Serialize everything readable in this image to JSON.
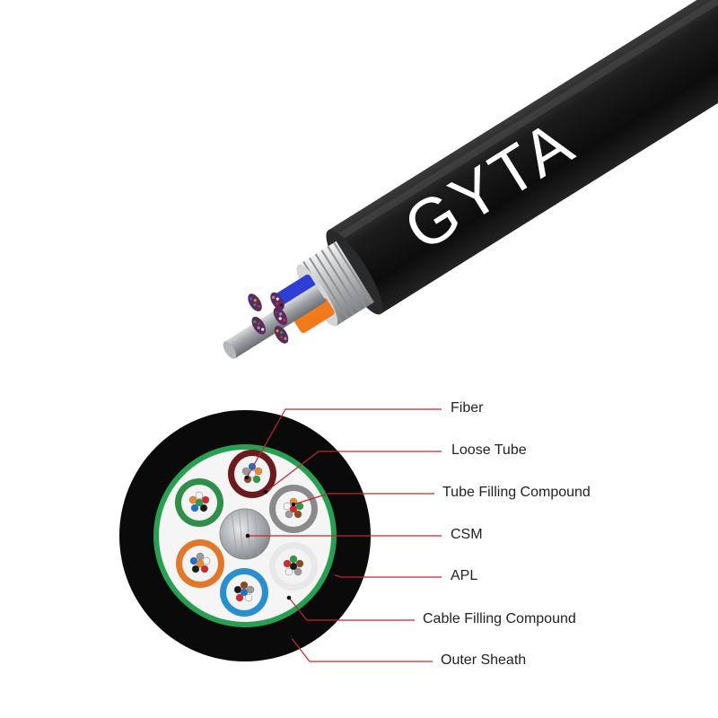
{
  "cable": {
    "print": "GYTA",
    "colors": {
      "sheath": "#111111",
      "armor": "#c9cacb",
      "csm": "#a9acb0"
    }
  },
  "cross_section": {
    "colors": {
      "outer_sheath": "#0a0a0a",
      "apl": "#27a052",
      "filling": "#f5f5f5",
      "leader_line": "#c0282c"
    },
    "tubes": [
      {
        "name": "brown-tube",
        "color": "#6b1b1b"
      },
      {
        "name": "grey-tube",
        "color": "#8a8a8a"
      },
      {
        "name": "natural-tube",
        "color": "#e8e8e8"
      },
      {
        "name": "blue-tube",
        "color": "#2a8fcf"
      },
      {
        "name": "orange-tube",
        "color": "#e0782a"
      },
      {
        "name": "green-tube",
        "color": "#2f8f4a"
      }
    ],
    "fiber_colors": [
      "#1f6fd0",
      "#f08a24",
      "#2c9b47",
      "#8b4a1e",
      "#9a9a9a",
      "#f4f4f4",
      "#d8262a",
      "#1a1a1a"
    ]
  },
  "labels": [
    {
      "key": "fiber",
      "text": "Fiber"
    },
    {
      "key": "loose-tube",
      "text": "Loose Tube"
    },
    {
      "key": "tube-filling",
      "text": "Tube Filling Compound"
    },
    {
      "key": "csm",
      "text": "CSM"
    },
    {
      "key": "apl",
      "text": "APL"
    },
    {
      "key": "cable-filling",
      "text": "Cable Filling Compound"
    },
    {
      "key": "outer-sheath",
      "text": "Outer Sheath"
    }
  ]
}
